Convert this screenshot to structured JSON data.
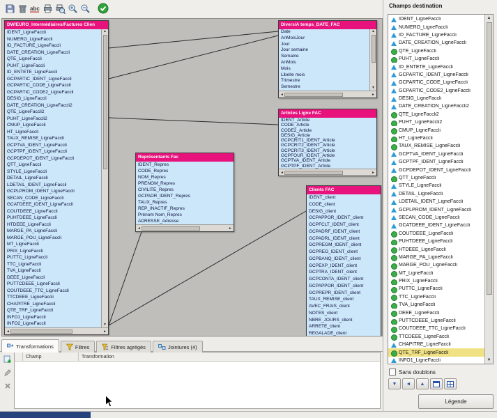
{
  "toolbar": {
    "icons": [
      "save-icon",
      "delete-icon",
      "rename-abc-icon",
      "print-icon",
      "print-preview-icon",
      "zoom-in-icon",
      "zoom-out-icon",
      "validate-icon"
    ],
    "rename_text": "abc"
  },
  "canvas": {
    "join_count": 4,
    "tables": [
      {
        "id": "factures",
        "title": "DW/EURO_Intermédiaires/Factures Clien",
        "fields": [
          "IDENT_LigneFaccli",
          "NUMERO_LigneFaccli",
          "ID_FACTURE_LigneFaccli",
          "DATE_CREATION_LigneFaccli",
          "QTE_LigneFaccli",
          "PUHT_LigneFaccli",
          "ID_ENTETE_LigneFaccli",
          "GCPARTIC_IDENT_LigneFaccli",
          "GCPARTIC_CODE_LigneFaccli",
          "GCPARTIC_CODE2_LigneFaccli",
          "DESIG_LigneFaccli",
          "DATE_CREATION_LigneFaccli2",
          "QTE_LigneFaccli2",
          "PUHT_LigneFaccli2",
          "CMUP_LigneFaccli",
          "HT_LigneFaccli",
          "TAUX_REMISE_LigneFaccli",
          "GCPTVA_IDENT_LigneFaccli",
          "GCPTPF_IDENT_LigneFaccli",
          "GCPDEPOT_IDENT_LigneFaccli",
          "QTT_LigneFaccli",
          "STYLE_LigneFaccli",
          "DETAIL_LigneFaccli",
          "LDETAIL_IDENT_LigneFaccli",
          "GCPLPROM_IDENT_LigneFaccli",
          "SECAN_CODE_LigneFaccli",
          "GCATDEEE_IDENT_LigneFaccli",
          "COUTDEEE_LigneFaccli",
          "PUHTDEEE_LigneFaccli",
          "HTDEEE_LigneFaccli",
          "MARGE_PA_LigneFaccli",
          "MARGE_POU_LigneFaccli",
          "MT_LigneFaccli",
          "PRIX_LigneFaccli",
          "PUTTC_LigneFaccli",
          "TTC_LigneFaccli",
          "TVA_LigneFaccli",
          "DEEE_LigneFaccli",
          "PUTTCDEEE_LigneFaccli",
          "COUTDEEE_TTC_LigneFaccli",
          "TTCDEEE_LigneFaccli",
          "CHAPITRE_LigneFaccli",
          "QTE_TRF_LigneFaccli",
          "INFO1_LigneFaccli",
          "INFO2_LigneFaccli"
        ]
      },
      {
        "id": "divers",
        "title": "Divers/A temps_DATE_FAC",
        "fields": [
          "Date",
          "AnMoisJour",
          "Jour",
          "Jour semaine",
          "Semaine",
          "AnMois",
          "Mois",
          "Libelle mois",
          "Trimestre",
          "Semestre"
        ]
      },
      {
        "id": "articles",
        "title": "Articles Ligne FAC",
        "fields": [
          "IDENT_Article",
          "CODE_Article",
          "CODE2_Article",
          "DESIG_Article",
          "GCPCRIT1_IDENT_Article",
          "GCPCRIT2_IDENT_Article",
          "GCPCRIT3_IDENT_Article",
          "GCPFOUR_IDENT_Article",
          "GCPTVA_IDENT_Article",
          "GCPTPF_IDENT_Article"
        ]
      },
      {
        "id": "representants",
        "title": "Représentants Fac",
        "fields": [
          "IDENT_Repres",
          "CODE_Repres",
          "NOM_Repres",
          "PRENOM_Repres",
          "CIVILITE_Repres",
          "GCPADR_IDENT_Repres",
          "TAUX_Repres",
          "REP_INACTIF_Repres",
          "Prénom Nom_Repres",
          "ADRESSE_Adresse"
        ]
      },
      {
        "id": "clients",
        "title": "Clients FAC",
        "fields": [
          "IDENT_client",
          "CODE_client",
          "DESIG_client",
          "GCPAPPOR_IDENT_client",
          "GCPFCLT_IDENT_client",
          "GCPADRF_IDENT_client",
          "GCPADRL_IDENT_client",
          "GCPREGM_IDENT_client",
          "GCPREG_IDENT_client",
          "GCPBANQ_IDENT_client",
          "GCPEXP_IDENT_client",
          "GCPTRA_IDENT_client",
          "GCPCONTA_IDENT_client",
          "GCPAPPOR_IDENT_client",
          "GCPREPR_IDENT_client",
          "TAUX_REMISE_client",
          "AVEC_FRAIS_client",
          "NOTES_client",
          "NBRE_JOURS_client",
          "ARRETE_client",
          "REGALADE_client"
        ]
      }
    ]
  },
  "bottom_panel": {
    "tabs": [
      {
        "label": "Transformations",
        "selected": true
      },
      {
        "label": "Filtres",
        "selected": false
      },
      {
        "label": "Filtres agrégés",
        "selected": false
      },
      {
        "label": "Jointures (4)",
        "selected": false
      }
    ],
    "columns": [
      "Champ",
      "Transformation"
    ]
  },
  "destination": {
    "title": "Champs destination",
    "selected": "QTE_TRF_LigneFaccli",
    "sans_doublons_label": "Sans doublons",
    "legend_button": "Légende",
    "fields": [
      {
        "label": "IDENT_LigneFaccli",
        "type": "text"
      },
      {
        "label": "NUMERO_LigneFaccli",
        "type": "text"
      },
      {
        "label": "ID_FACTURE_LigneFaccli",
        "type": "text"
      },
      {
        "label": "DATE_CREATION_LigneFaccli",
        "type": "text"
      },
      {
        "label": "QTE_LigneFaccli",
        "type": "numeric"
      },
      {
        "label": "PUHT_LigneFaccli",
        "type": "numeric"
      },
      {
        "label": "ID_ENTETE_LigneFaccli",
        "type": "text"
      },
      {
        "label": "GCPARTIC_IDENT_LigneFaccli",
        "type": "text"
      },
      {
        "label": "GCPARTIC_CODE_LigneFaccli",
        "type": "text"
      },
      {
        "label": "GCPARTIC_CODE2_LigneFaccli",
        "type": "text"
      },
      {
        "label": "DESIG_LigneFaccli",
        "type": "text"
      },
      {
        "label": "DATE_CREATION_LigneFaccli2",
        "type": "text"
      },
      {
        "label": "QTE_LigneFaccli2",
        "type": "numeric"
      },
      {
        "label": "PUHT_LigneFaccli2",
        "type": "numeric"
      },
      {
        "label": "CMUP_LigneFaccli",
        "type": "numeric"
      },
      {
        "label": "HT_LigneFaccli",
        "type": "numeric"
      },
      {
        "label": "TAUX_REMISE_LigneFaccli",
        "type": "numeric"
      },
      {
        "label": "GCPTVA_IDENT_LigneFaccli",
        "type": "text"
      },
      {
        "label": "GCPTPF_IDENT_LigneFaccli",
        "type": "text"
      },
      {
        "label": "GCPDEPOT_IDENT_LigneFaccli",
        "type": "text"
      },
      {
        "label": "QTT_LigneFaccli",
        "type": "numeric"
      },
      {
        "label": "STYLE_LigneFaccli",
        "type": "text"
      },
      {
        "label": "DETAIL_LigneFaccli",
        "type": "text"
      },
      {
        "label": "LDETAIL_IDENT_LigneFaccli",
        "type": "text"
      },
      {
        "label": "GCPLPROM_IDENT_LigneFaccli",
        "type": "text"
      },
      {
        "label": "SECAN_CODE_LigneFaccli",
        "type": "text"
      },
      {
        "label": "GCATDEEE_IDENT_LigneFaccli",
        "type": "text"
      },
      {
        "label": "COUTDEEE_LigneFaccli",
        "type": "numeric"
      },
      {
        "label": "PUHTDEEE_LigneFaccli",
        "type": "numeric"
      },
      {
        "label": "HTDEEE_LigneFaccli",
        "type": "numeric"
      },
      {
        "label": "MARGE_PA_LigneFaccli",
        "type": "numeric"
      },
      {
        "label": "MARGE_POU_LigneFaccli",
        "type": "numeric"
      },
      {
        "label": "MT_LigneFaccli",
        "type": "numeric"
      },
      {
        "label": "PRIX_LigneFaccli",
        "type": "numeric"
      },
      {
        "label": "PUTTC_LigneFaccli",
        "type": "numeric"
      },
      {
        "label": "TTC_LigneFaccli",
        "type": "numeric"
      },
      {
        "label": "TVA_LigneFaccli",
        "type": "numeric"
      },
      {
        "label": "DEEE_LigneFaccli",
        "type": "numeric"
      },
      {
        "label": "PUTTCDEEE_LigneFaccli",
        "type": "numeric"
      },
      {
        "label": "COUTDEEE_TTC_LigneFaccli",
        "type": "numeric"
      },
      {
        "label": "TTCDEEE_LigneFaccli",
        "type": "numeric"
      },
      {
        "label": "CHAPITRE_LigneFaccli",
        "type": "text"
      },
      {
        "label": "QTE_TRF_LigneFaccli",
        "type": "numeric"
      },
      {
        "label": "INFO1_LigneFaccli",
        "type": "text"
      }
    ]
  },
  "colors": {
    "table_header": "#E8127C",
    "table_body": "#CBE7F9",
    "selected_row": "#F0E284",
    "numeric_icon": "#3BAE4A",
    "text_icon": "#2F9BD6",
    "status_accent": "#26437C"
  }
}
